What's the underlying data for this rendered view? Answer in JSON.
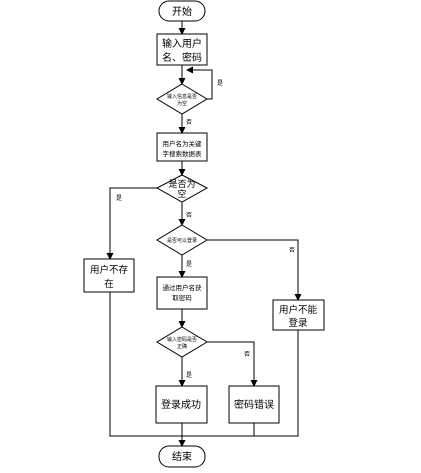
{
  "nodes": {
    "start": "开始",
    "input_1": "输入用户",
    "input_2": "名、密码",
    "check_empty_1": "输入信息是否",
    "check_empty_2": "为空",
    "lookup_1": "用户名为关键",
    "lookup_2": "字搜索数据表",
    "is_null_1": "是否为",
    "is_null_2": "空",
    "can_login": "是否可以登录",
    "user_missing_1": "用户不存",
    "user_missing_2": "在",
    "get_pwd_1": "通过用户名获",
    "get_pwd_2": "取密码",
    "cannot_login_1": "用户不能",
    "cannot_login_2": "登录",
    "pwd_correct_1": "输入密码是否",
    "pwd_correct_2": "正确",
    "success": "登录成功",
    "wrong_pwd": "密码错误",
    "end": "结束"
  },
  "edge_labels": {
    "empty_yes": "是",
    "empty_no": "否",
    "null_yes": "是",
    "null_no": "否",
    "login_yes": "是",
    "login_no": "否",
    "pwd_yes": "是",
    "pwd_no": "否"
  }
}
